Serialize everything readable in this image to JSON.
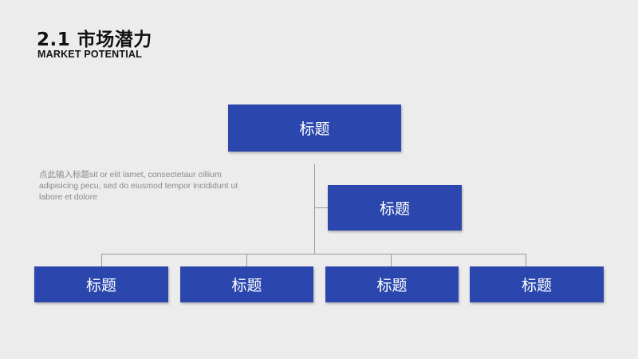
{
  "header": {
    "title": "2.1 市场潜力",
    "subtitle": "MARKET POTENTIAL"
  },
  "description": "点此输入标题sit or elit lamet, consectetaur cillium adipisicing pecu, sed do eiusmod tempor incididunt ut labore et dolore",
  "diagram": {
    "root": {
      "label": "标题"
    },
    "side": {
      "label": "标题"
    },
    "children": [
      {
        "label": "标题"
      },
      {
        "label": "标题"
      },
      {
        "label": "标题"
      },
      {
        "label": "标题"
      }
    ]
  },
  "colors": {
    "box_fill": "#2b47ad",
    "box_text": "#ffffff",
    "connector": "#9a9a9a",
    "background": "#ececec"
  }
}
